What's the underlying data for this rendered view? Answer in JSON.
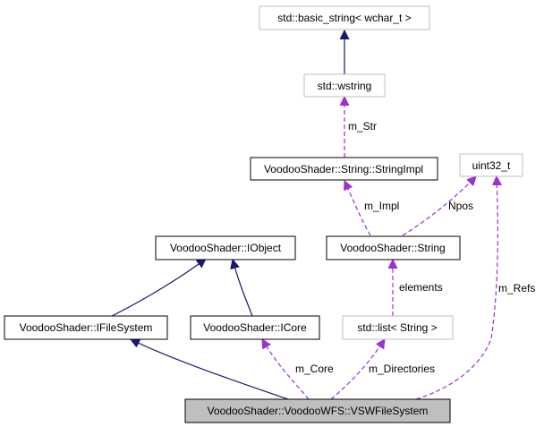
{
  "nodes": [
    {
      "id": "basic_string",
      "label": "std::basic_string< wchar_t >",
      "style": "gray"
    },
    {
      "id": "wstring",
      "label": "std::wstring",
      "style": "gray"
    },
    {
      "id": "stringimpl",
      "label": "VoodooShader::String::StringImpl",
      "style": "black"
    },
    {
      "id": "uint32",
      "label": "uint32_t",
      "style": "gray"
    },
    {
      "id": "iobject",
      "label": "VoodooShader::IObject",
      "style": "black"
    },
    {
      "id": "string",
      "label": "VoodooShader::String",
      "style": "black"
    },
    {
      "id": "ifilesystem",
      "label": "VoodooShader::IFileSystem",
      "style": "black"
    },
    {
      "id": "icore",
      "label": "VoodooShader::ICore",
      "style": "black"
    },
    {
      "id": "list",
      "label": "std::list< String >",
      "style": "gray"
    },
    {
      "id": "vswfilesystem",
      "label": "VoodooShader::VoodooWFS::VSWFileSystem",
      "style": "filled"
    }
  ],
  "edges": [
    {
      "id": "e1",
      "from": "wstring",
      "to": "basic_string",
      "kind": "inheritance",
      "label": ""
    },
    {
      "id": "e2",
      "from": "stringimpl",
      "to": "wstring",
      "kind": "usage",
      "label": "m_Str"
    },
    {
      "id": "e3",
      "from": "string",
      "to": "stringimpl",
      "kind": "usage",
      "label": "m_Impl"
    },
    {
      "id": "e4",
      "from": "string",
      "to": "uint32",
      "kind": "usage",
      "label": "Npos"
    },
    {
      "id": "e5",
      "from": "vswfilesystem",
      "to": "uint32",
      "kind": "usage",
      "label": "m_Refs"
    },
    {
      "id": "e6",
      "from": "ifilesystem",
      "to": "iobject",
      "kind": "inheritance",
      "label": ""
    },
    {
      "id": "e7",
      "from": "icore",
      "to": "iobject",
      "kind": "inheritance",
      "label": ""
    },
    {
      "id": "e8",
      "from": "list",
      "to": "string",
      "kind": "usage",
      "label": "elements"
    },
    {
      "id": "e9",
      "from": "vswfilesystem",
      "to": "ifilesystem",
      "kind": "inheritance",
      "label": ""
    },
    {
      "id": "e10",
      "from": "vswfilesystem",
      "to": "icore",
      "kind": "usage",
      "label": "m_Core"
    },
    {
      "id": "e11",
      "from": "vswfilesystem",
      "to": "list",
      "kind": "usage",
      "label": "m_Directories"
    }
  ],
  "colors": {
    "inheritance": "#191970",
    "usage": "#9a32cd",
    "gray_border": "#bfbfbf",
    "black_border": "#000000",
    "filled_bg": "#bfbfbf"
  }
}
